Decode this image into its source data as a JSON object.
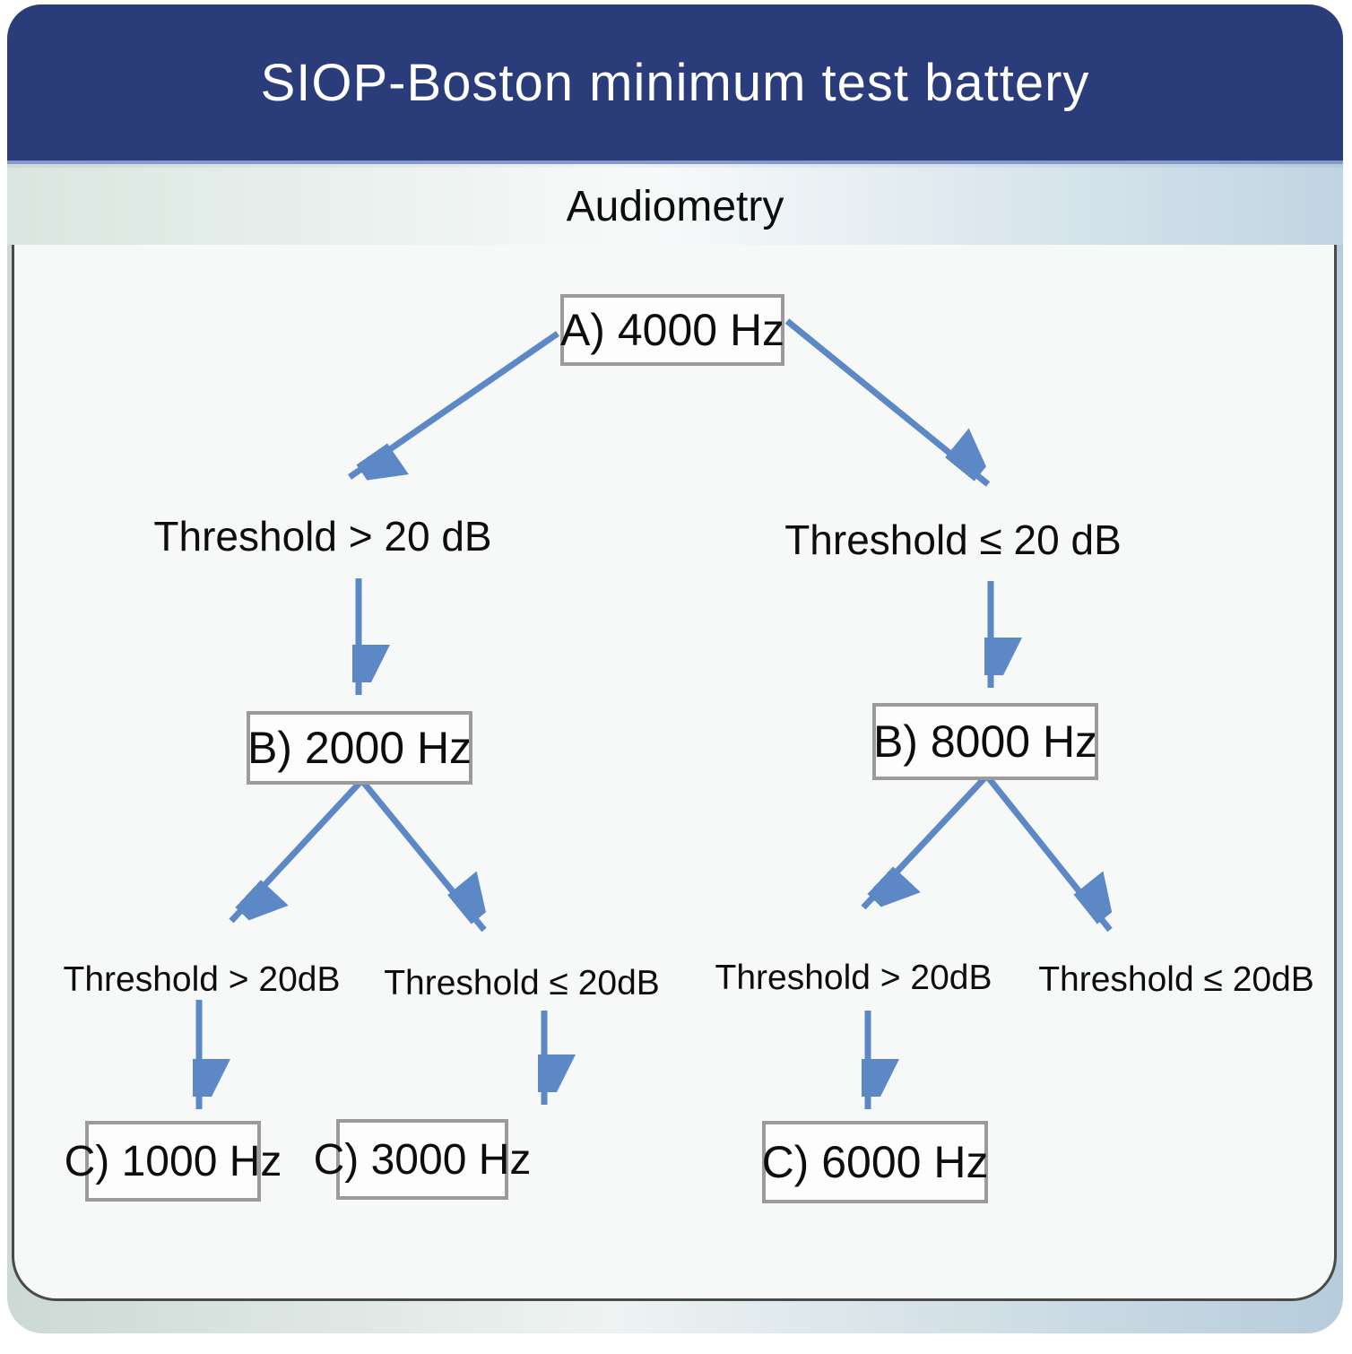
{
  "header": {
    "title": "SIOP-Boston minimum test battery"
  },
  "subheader": {
    "title": "Audiometry"
  },
  "flowchart": {
    "node_a": "A) 4000 Hz",
    "branch_left_label": "Threshold > 20 dB",
    "branch_right_label": "Threshold ≤ 20 dB",
    "node_b_left": "B) 2000 Hz",
    "node_b_right": "B) 8000 Hz",
    "leaf_labels": [
      "Threshold > 20dB",
      "Threshold ≤ 20dB",
      "Threshold > 20dB",
      "Threshold ≤ 20dB"
    ],
    "node_c_1": "C) 1000 Hz",
    "node_c_2": "C) 3000 Hz",
    "node_c_3": "C) 6000 Hz"
  },
  "colors": {
    "header_bg": "#2b3c7b",
    "arrow": "#5c88c6",
    "box_border": "#9b9b9b",
    "panel_bg": "#f7f8f8"
  }
}
